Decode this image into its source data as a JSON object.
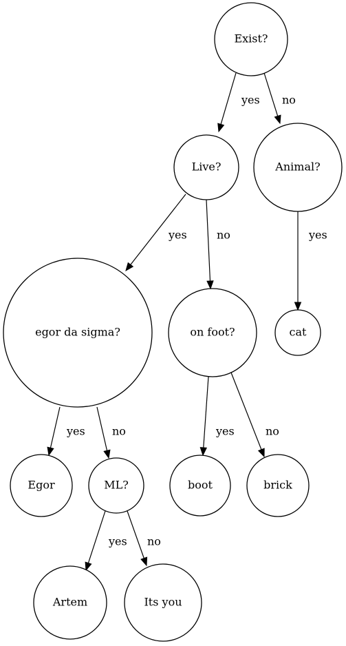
{
  "nodes": {
    "exist": "Exist?",
    "live": "Live?",
    "animal": "Animal?",
    "egor_sigma": "egor da sigma?",
    "on_foot": "on foot?",
    "cat": "cat",
    "egor": "Egor",
    "ml": "ML?",
    "boot": "boot",
    "brick": "brick",
    "artem": "Artem",
    "its_you": "Its you"
  },
  "edges": [
    {
      "from": "exist",
      "to": "live",
      "label": "yes"
    },
    {
      "from": "exist",
      "to": "animal",
      "label": "no"
    },
    {
      "from": "live",
      "to": "egor_sigma",
      "label": "yes"
    },
    {
      "from": "live",
      "to": "on_foot",
      "label": "no"
    },
    {
      "from": "animal",
      "to": "cat",
      "label": "yes"
    },
    {
      "from": "egor_sigma",
      "to": "egor",
      "label": "yes"
    },
    {
      "from": "egor_sigma",
      "to": "ml",
      "label": "no"
    },
    {
      "from": "on_foot",
      "to": "boot",
      "label": "yes"
    },
    {
      "from": "on_foot",
      "to": "brick",
      "label": "no"
    },
    {
      "from": "ml",
      "to": "artem",
      "label": "yes"
    },
    {
      "from": "ml",
      "to": "its_you",
      "label": "no"
    }
  ]
}
